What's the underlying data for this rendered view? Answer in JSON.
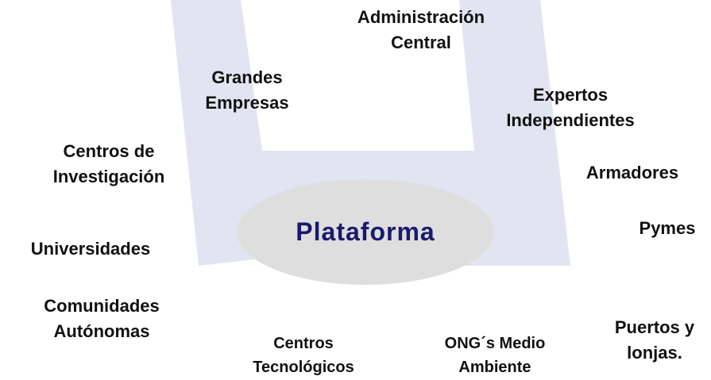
{
  "center": {
    "label": "Plataforma"
  },
  "colors": {
    "watermark": "#e3e4f1",
    "ellipse": "#dedede",
    "center_text": "#1a1a6e",
    "node_text": "#111111"
  },
  "nodes": {
    "administracion": {
      "line1": "Administración",
      "line2": "Central"
    },
    "grandes_empresas": {
      "line1": "Grandes",
      "line2": "Empresas"
    },
    "expertos": {
      "line1": "Expertos",
      "line2": "Independientes"
    },
    "centros_investigacion": {
      "line1": "Centros de",
      "line2": "Investigación"
    },
    "armadores": {
      "line1": "Armadores"
    },
    "universidades": {
      "line1": "Universidades"
    },
    "pymes": {
      "line1": "Pymes"
    },
    "comunidades": {
      "line1": "Comunidades",
      "line2": "Autónomas"
    },
    "centros_tecnologicos": {
      "line1": "Centros",
      "line2": "Tecnológicos"
    },
    "ong": {
      "line1": "ONG´s Medio",
      "line2": "Ambiente"
    },
    "puertos": {
      "line1": "Puertos y",
      "line2": "lonjas."
    }
  }
}
